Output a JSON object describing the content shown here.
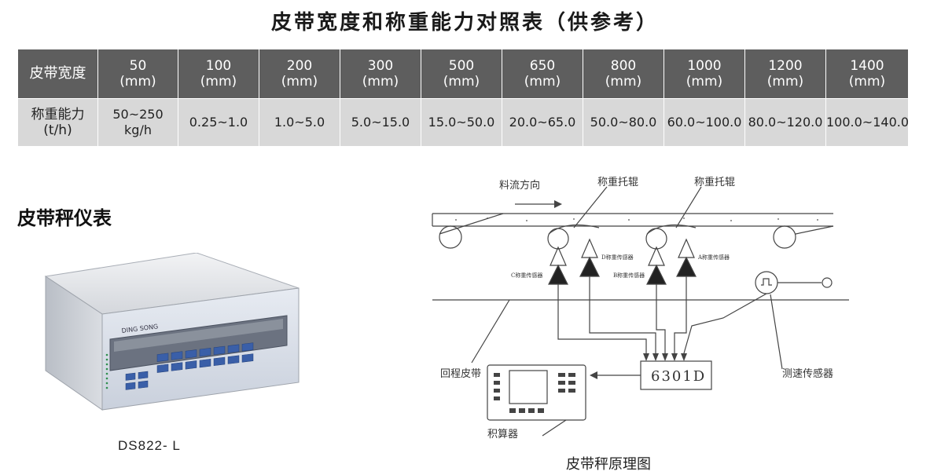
{
  "page": {
    "title": "皮带宽度和称重能力对照表（供参考）"
  },
  "table": {
    "header_label": "皮带宽度",
    "row_label_line1": "称重能力",
    "row_label_line2": "(t/h)",
    "columns": [
      {
        "width": "50",
        "unit": "(mm)",
        "capacity_line1": "50~250",
        "capacity_line2": "kg/h"
      },
      {
        "width": "100",
        "unit": "(mm)",
        "capacity_line1": "0.25~1.0",
        "capacity_line2": ""
      },
      {
        "width": "200",
        "unit": "(mm)",
        "capacity_line1": "1.0~5.0",
        "capacity_line2": ""
      },
      {
        "width": "300",
        "unit": "(mm)",
        "capacity_line1": "5.0~15.0",
        "capacity_line2": ""
      },
      {
        "width": "500",
        "unit": "(mm)",
        "capacity_line1": "15.0~50.0",
        "capacity_line2": ""
      },
      {
        "width": "650",
        "unit": "(mm)",
        "capacity_line1": "20.0~65.0",
        "capacity_line2": ""
      },
      {
        "width": "800",
        "unit": "(mm)",
        "capacity_line1": "50.0~80.0",
        "capacity_line2": ""
      },
      {
        "width": "1000",
        "unit": "(mm)",
        "capacity_line1": "60.0~100.0",
        "capacity_line2": ""
      },
      {
        "width": "1200",
        "unit": "(mm)",
        "capacity_line1": "80.0~120.0",
        "capacity_line2": ""
      },
      {
        "width": "1400",
        "unit": "(mm)",
        "capacity_line1": "100.0~140.0",
        "capacity_line2": ""
      }
    ]
  },
  "instrument": {
    "section_title": "皮带秤仪表",
    "brand": "DING SONG",
    "model": "DS822- L"
  },
  "diagram": {
    "caption": "皮带秤原理图",
    "labels": {
      "flow": "料流方向",
      "roller1": "称重托辊",
      "roller2": "称重托辊",
      "sensor_a": "A称重传感器",
      "sensor_b": "B称重传感器",
      "sensor_c": "C称重传感器",
      "sensor_d": "D称重传感器",
      "return_belt": "回程皮带",
      "controller": "6301D",
      "speed_sensor": "测速传感器",
      "integrator": "积算器"
    }
  }
}
